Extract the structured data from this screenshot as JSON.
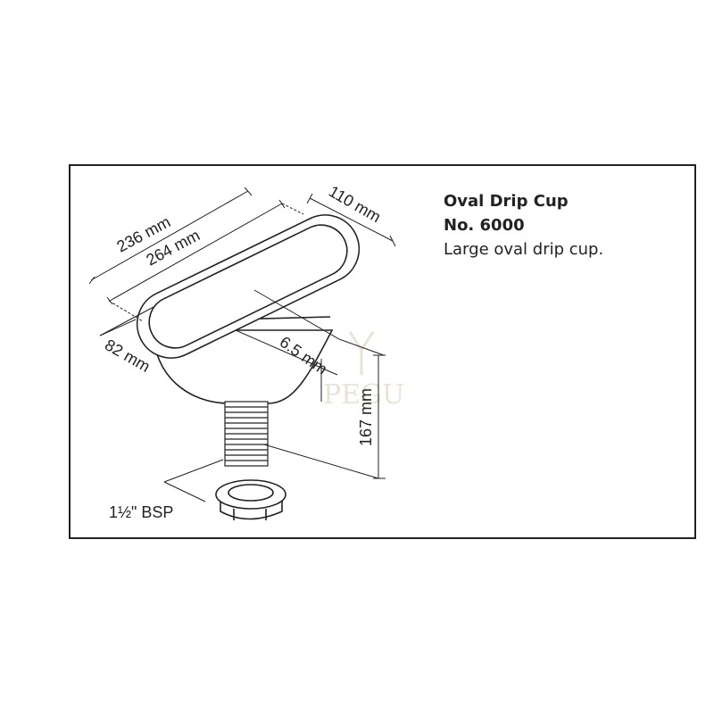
{
  "product": {
    "name": "Oval Drip Cup",
    "number": "No. 6000",
    "description": "Large oval drip cup."
  },
  "dimensions": {
    "inner_length": "236 mm",
    "outer_length": "264 mm",
    "width": "110 mm",
    "depth": "82 mm",
    "rim_height": "6.5 mm",
    "total_height": "167 mm",
    "thread": "1½\" BSP"
  },
  "watermark": {
    "text": "PEGU"
  },
  "colors": {
    "line": "#222222",
    "background": "#ffffff",
    "watermark": "#d8cdb4"
  }
}
